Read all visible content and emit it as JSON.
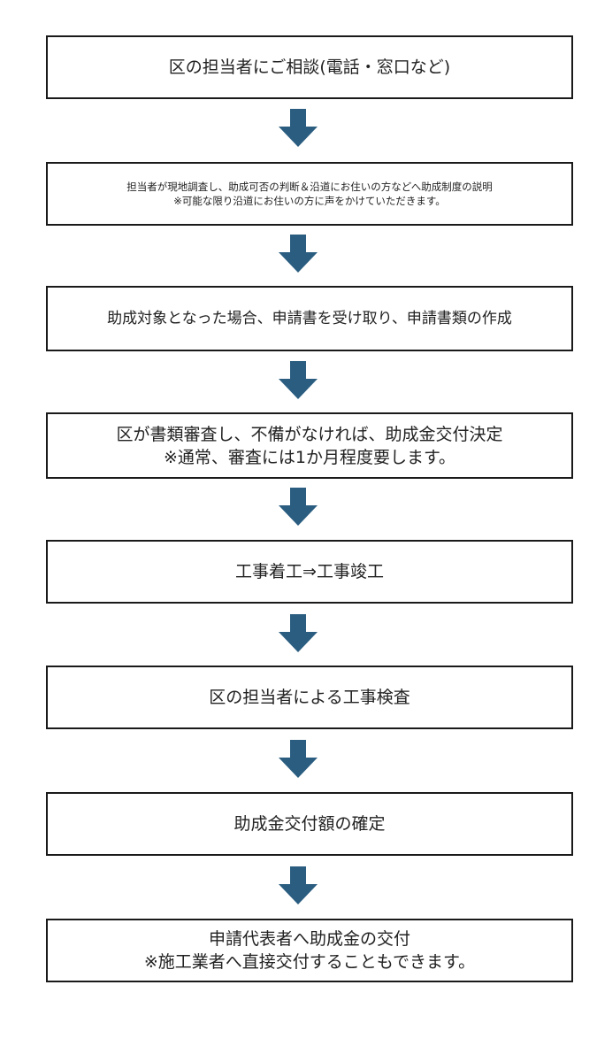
{
  "steps": [
    {
      "lines": [
        "区の担当者にご相談(電話・窓口など)"
      ]
    },
    {
      "lines": [
        "担当者が現地調査し、助成可否の判断＆沿道にお住いの方などへ助成制度の説明",
        "※可能な限り沿道にお住いの方に声をかけていただきます。"
      ]
    },
    {
      "lines": [
        "助成対象となった場合、申請書を受け取り、申請書類の作成"
      ]
    },
    {
      "lines": [
        "区が書類審査し、不備がなければ、助成金交付決定",
        "※通常、審査には1か月程度要します。"
      ]
    },
    {
      "lines": [
        "工事着工⇒工事竣工"
      ]
    },
    {
      "lines": [
        "区の担当者による工事検査"
      ]
    },
    {
      "lines": [
        "助成金交付額の確定"
      ]
    },
    {
      "lines": [
        "申請代表者へ助成金の交付",
        "※施工業者へ直接交付することもできます。"
      ]
    }
  ],
  "arrow": {
    "color": "#2a5d80",
    "icon": "down-arrow-icon"
  },
  "box": {
    "border_color": "#1a1a1a",
    "fill_color": "#ffffff"
  }
}
